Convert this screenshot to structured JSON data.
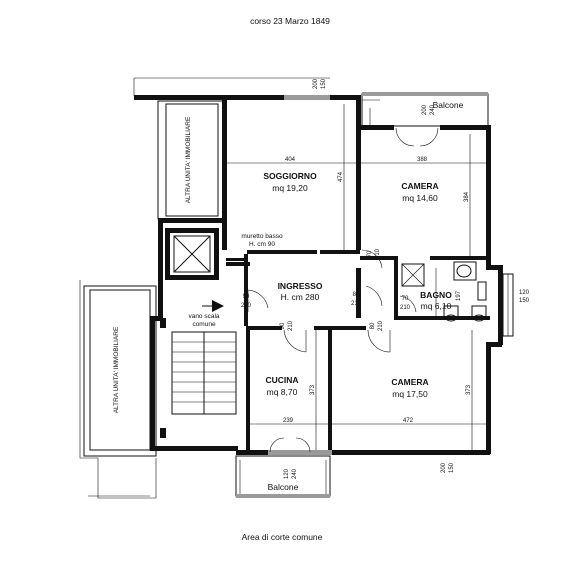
{
  "header": {
    "address": "corso 23 Marzo 1849"
  },
  "footer": {
    "note": "Area di corte comune"
  },
  "neighbors": {
    "top": "ALTRA UNITA' IMMOBILIARE",
    "left": "ALTRA UNITA' IMMOBILIARE"
  },
  "stair": {
    "label_1": "vano scala",
    "label_2": "comune"
  },
  "rooms": {
    "soggiorno": {
      "name": "SOGGIORNO",
      "area": "mq 19,20",
      "width": "404",
      "height": "474"
    },
    "camera_top": {
      "name": "CAMERA",
      "area": "mq 14,60",
      "width": "388",
      "height": "384"
    },
    "ingresso": {
      "name": "INGRESSO",
      "area": "H. cm 280"
    },
    "bagno": {
      "name": "BAGNO",
      "area": "mq 6,10",
      "height": "197"
    },
    "cucina": {
      "name": "CUCINA",
      "area": "mq 8,70",
      "width": "239",
      "height": "373"
    },
    "camera_bottom": {
      "name": "CAMERA",
      "area": "mq 17,50",
      "width": "472",
      "height": "373"
    }
  },
  "muretto": {
    "line1": "muretto basso",
    "line2": "H. cm 90"
  },
  "balconies": {
    "top": "Balcone",
    "bottom": "Balcone"
  },
  "openings": {
    "entrance": {
      "w": "90",
      "h": "210"
    },
    "ingresso_cucina": {
      "w": "90",
      "h": "210"
    },
    "ingresso_camera": {
      "w": "80",
      "h": "210"
    },
    "camera_bottom": {
      "w": "80",
      "h": "210"
    },
    "camera_top": {
      "w": "70",
      "h": "210"
    },
    "bagno": {
      "w": "70",
      "h": "210"
    },
    "window_top": {
      "w": "200",
      "h": "150"
    },
    "window_top2": {
      "w": "200",
      "h": "240"
    },
    "window_right": {
      "w": "120",
      "h": "150"
    },
    "window_bottom": {
      "w": "120",
      "h": "240"
    },
    "window_bottom_right": {
      "w": "200",
      "h": "150"
    }
  }
}
